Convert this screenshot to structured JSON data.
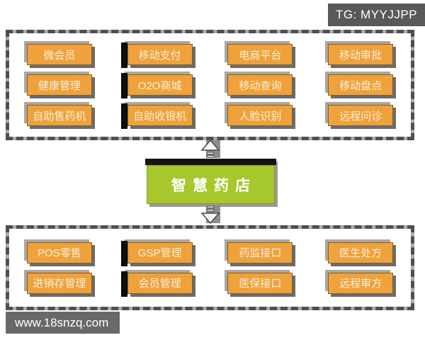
{
  "badge": {
    "label": "TG: MYYJJPP"
  },
  "center_node": {
    "label": "智慧药店",
    "color": "#a6c82c"
  },
  "top_panel": {
    "items": [
      "微会员",
      "移动支付",
      "电商平台",
      "移动审批",
      "健康管理",
      "O2O商城",
      "移动查询",
      "移动盘点",
      "自助售药机",
      "自助收银机",
      "人脸识别",
      "远程问诊"
    ]
  },
  "bottom_panel": {
    "items": [
      "POS零售",
      "GSP管理",
      "药监接口",
      "医生处方",
      "进销存管理",
      "会员管理",
      "医保接口",
      "远程审方"
    ]
  },
  "watermark": {
    "label": "www.18snzq.com"
  },
  "colors": {
    "node_orange": "#efa23c",
    "center_green": "#a6c82c",
    "badge_gray": "#595959"
  }
}
